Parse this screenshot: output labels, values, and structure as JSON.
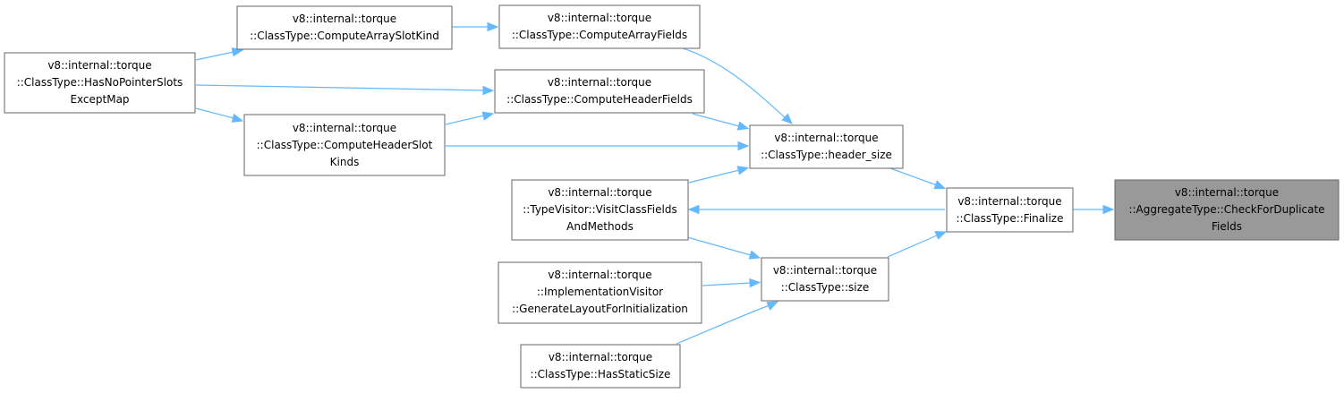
{
  "colors": {
    "edge": "#63b8ff",
    "node_border": "#666666",
    "highlight_fill": "#999999"
  },
  "nodes": {
    "check_for_duplicate_fields": {
      "lines": [
        "v8::internal::torque",
        "::AggregateType::CheckForDuplicate",
        "Fields"
      ]
    },
    "finalize": {
      "lines": [
        "v8::internal::torque",
        "::ClassType::Finalize"
      ]
    },
    "header_size": {
      "lines": [
        "v8::internal::torque",
        "::ClassType::header_size"
      ]
    },
    "size": {
      "lines": [
        "v8::internal::torque",
        "::ClassType::size"
      ]
    },
    "visit_class_fields_and_methods": {
      "lines": [
        "v8::internal::torque",
        "::TypeVisitor::VisitClassFields",
        "AndMethods"
      ]
    },
    "compute_array_fields": {
      "lines": [
        "v8::internal::torque",
        "::ClassType::ComputeArrayFields"
      ]
    },
    "compute_header_fields": {
      "lines": [
        "v8::internal::torque",
        "::ClassType::ComputeHeaderFields"
      ]
    },
    "compute_header_slot_kinds": {
      "lines": [
        "v8::internal::torque",
        "::ClassType::ComputeHeaderSlot",
        "Kinds"
      ]
    },
    "compute_array_slot_kind": {
      "lines": [
        "v8::internal::torque",
        "::ClassType::ComputeArraySlotKind"
      ]
    },
    "has_no_pointer_slots_except_map": {
      "lines": [
        "v8::internal::torque",
        "::ClassType::HasNoPointerSlots",
        "ExceptMap"
      ]
    },
    "generate_layout_for_initialization": {
      "lines": [
        "v8::internal::torque",
        "::ImplementationVisitor",
        "::GenerateLayoutForInitialization"
      ]
    },
    "has_static_size": {
      "lines": [
        "v8::internal::torque",
        "::ClassType::HasStaticSize"
      ]
    }
  }
}
